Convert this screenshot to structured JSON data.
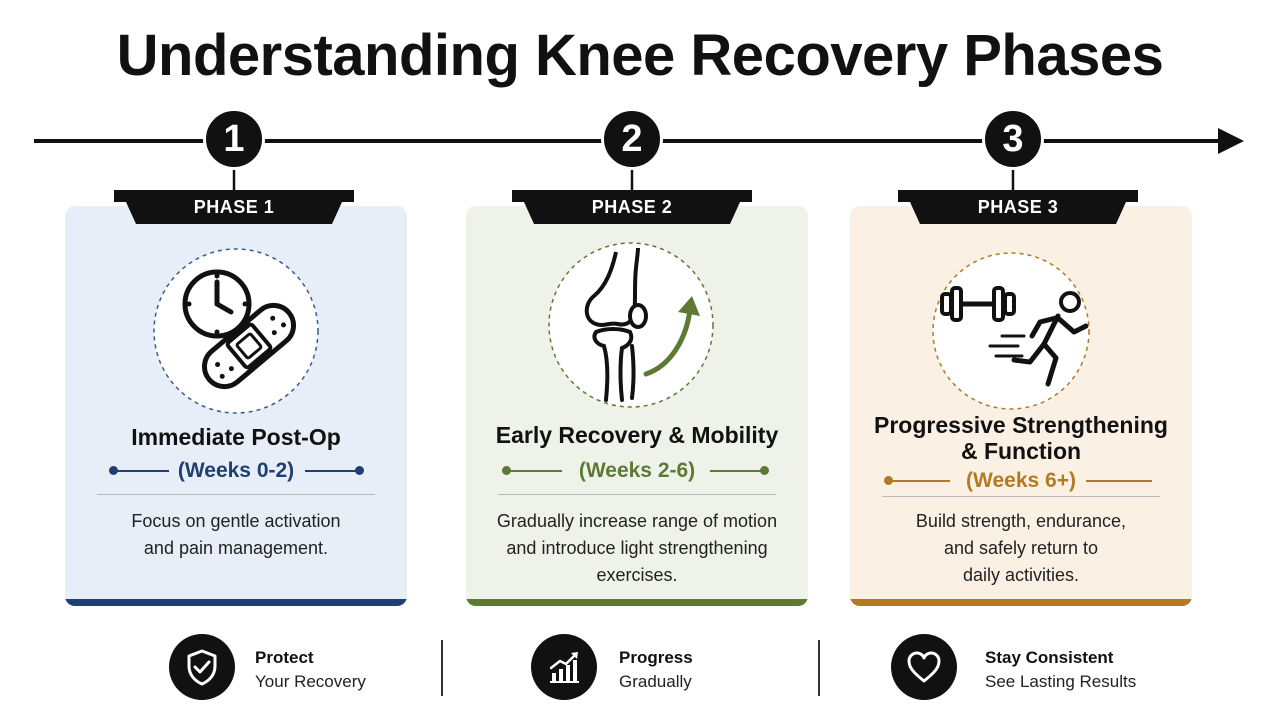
{
  "title": "Understanding Knee Recovery Phases",
  "colors": {
    "phase1_bg": "#e8eef8",
    "phase1_accent": "#1f3f73",
    "phase2_bg": "#eef2e8",
    "phase2_accent": "#5d7a34",
    "phase3_bg": "#faf1e4",
    "phase3_accent": "#b27a22",
    "dark": "#111111"
  },
  "phases": [
    {
      "number": "1",
      "label": "PHASE 1",
      "title": "Immediate Post-Op",
      "weeks": "(Weeks 0-2)",
      "description_lines": [
        "Focus on gentle activation",
        "and pain management."
      ],
      "icon": "clock-and-bandage-icon"
    },
    {
      "number": "2",
      "label": "PHASE 2",
      "title": "Early Recovery & Mobility",
      "weeks": "(Weeks 2-6)",
      "description_lines": [
        "Gradually increase range of motion",
        "and introduce light strengthening",
        "exercises."
      ],
      "icon": "knee-joint-with-arrow-icon"
    },
    {
      "number": "3",
      "label": "PHASE 3",
      "title_lines": [
        "Progressive Strengthening",
        "& Function"
      ],
      "weeks": "(Weeks 6+)",
      "description_lines": [
        "Build strength, endurance,",
        "and safely return to",
        "daily activities."
      ],
      "icon": "dumbbell-and-runner-icon"
    }
  ],
  "footer": [
    {
      "title": "Protect",
      "subtitle": "Your Recovery",
      "icon": "shield-check-icon"
    },
    {
      "title": "Progress",
      "subtitle": "Gradually",
      "icon": "growth-chart-icon"
    },
    {
      "title": "Stay Consistent",
      "subtitle": "See Lasting Results",
      "icon": "heart-icon"
    }
  ]
}
